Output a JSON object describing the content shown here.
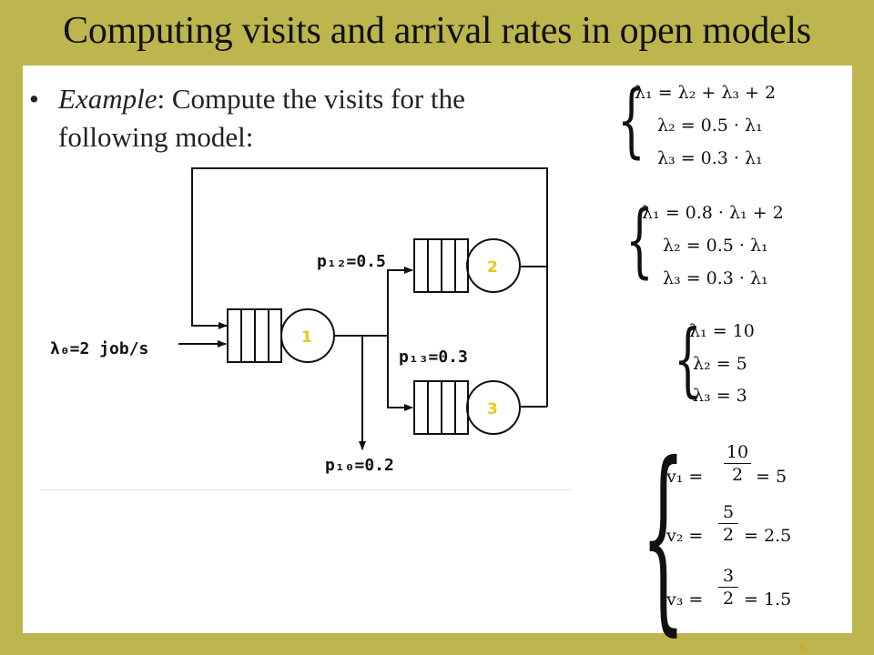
{
  "slide": {
    "title": "Computing visits and arrival rates in open models",
    "bullet_symbol": "•",
    "example_word": "Example",
    "bullet_text": ": Compute the visits for the following model:",
    "page_number": "8"
  },
  "diagram": {
    "arrival_label": "λ₀=2 job/s",
    "p12_label": "p₁₂=0.5",
    "p13_label": "p₁₃=0.3",
    "p10_label": "p₁₀=0.2",
    "node1": "1",
    "node2": "2",
    "node3": "3"
  },
  "equations": {
    "system1": [
      "λ₁ = λ₂ + λ₃ + 2",
      "λ₂ = 0.5 · λ₁",
      "λ₃ = 0.3 · λ₁"
    ],
    "system2": [
      "λ₁ = 0.8 · λ₁ + 2",
      "λ₂ = 0.5 · λ₁",
      "λ₃ = 0.3 · λ₁"
    ],
    "system3": [
      "λ₁ = 10",
      "λ₂ = 5",
      "λ₃ = 3"
    ],
    "system4": {
      "v1": {
        "lhs": "v₁ =",
        "num": "10",
        "den": "2",
        "rhs": "= 5"
      },
      "v2": {
        "lhs": "v₂ =",
        "num": "5",
        "den": "2",
        "rhs": "= 2.5"
      },
      "v3": {
        "lhs": "v₃ =",
        "num": "3",
        "den": "2",
        "rhs": "= 1.5"
      }
    }
  }
}
